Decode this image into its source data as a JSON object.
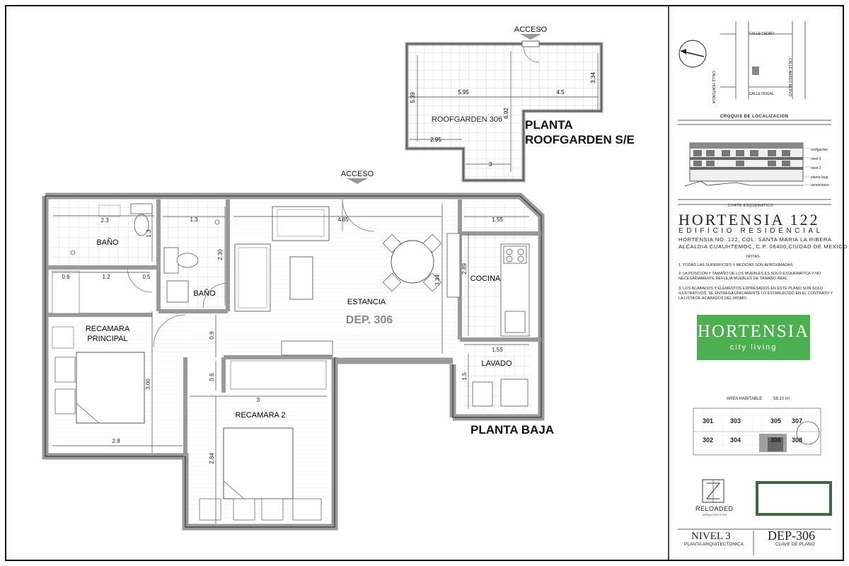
{
  "plan": {
    "roof_access": "ACCESO",
    "ground_access": "ACCESO",
    "roof_title_1": "PLANTA",
    "roof_title_2": "ROOFGARDEN S/E",
    "roof_label": "ROOFGARDEN 306",
    "ground_title": "PLANTA BAJA",
    "unit_label": "DEP. 306",
    "rooms": {
      "bano1": "BAÑO",
      "bano2": "BAÑO",
      "estancia": "ESTANCIA",
      "cocina": "COCINA",
      "lavado": "LAVADO",
      "recamara_principal_1": "RECAMARA",
      "recamara_principal_2": "PRINCIPAL",
      "recamara2": "RECAMARA 2"
    },
    "dims": {
      "roof_595": "5.95",
      "roof_45": "4.5",
      "roof_539": "5.39",
      "roof_692": "6.92",
      "roof_334": "3.34",
      "roof_295": "2.95",
      "roof_3": "3",
      "b1_w": "2.3",
      "b1_h": "1.3",
      "b2_w": "1.3",
      "b2_h": "2.30",
      "est_w": "4.85",
      "est_h": "3.34",
      "coc_w": "1.55",
      "coc_h": "2.89",
      "lav_w": "1.55",
      "lav_h": "1.5",
      "clo_06": "0.6",
      "clo_12": "1.2",
      "clo_05": "0.5",
      "rp_w": "2.8",
      "rp_h": "3.00",
      "hall_09": "0.9",
      "hall_06": "0.6",
      "r2_w": "3",
      "r2_h": "2.84"
    }
  },
  "panel": {
    "streets": {
      "north": "CALLE CEDRO",
      "south": "CALLE NOGAL",
      "west": "CALLE HORTENSIA",
      "east": "CALLE AMADO NERVO"
    },
    "location_caption": "CROQUIS DE LOCALIZACION",
    "section_levels": [
      "roofgarden",
      "nivel 3",
      "nivel 2",
      "planta baja",
      "semisótano"
    ],
    "section_caption": "CORTE ESQUEMATICO",
    "building_name": "HORTENSIA 122",
    "building_type": "EDIFICIO RESIDENCIAL",
    "address_1": "HORTENSIA NO. 122, COL. SANTA MARIA LA RIBERA",
    "address_2": "ALCALDIA CUAUHTEMOC, C.P. 06400,CIUDAD DE MEXICO",
    "notes_title": "NOTAS.",
    "notes": [
      "1. TODAS LAS SUPERFICIES Y MEDIDAS SON APROXIMADAS.",
      "2. LA POSICION Y TAMAÑO DE LOS MUEBLES ES SOLO ESQUEMATICA Y NO NECESARIAMENTE REFLEJA MUEBLES DE TAMAÑO REAL.",
      "3. LOS ACABADOS Y ELEMENTOS EXPRESADOS EN ESTE PLANO SON SOLO ILUSTRATIVOS. SE ENTREGA UNICAMENTE LO ESTABLECIDO EN EL CONTRATO Y LA LISTA DE ACABADOS DEL MISMO."
    ],
    "logo_main": "HORTENSIA",
    "logo_sub": "city living",
    "area_label": "AREA HABITABLE",
    "area_value": "58.10  m²",
    "units_top": [
      "301",
      "303",
      "305",
      "307"
    ],
    "units_bottom": [
      "302",
      "304",
      "306",
      "308"
    ],
    "architect": "RELOADED",
    "architect_sub": "ARQUITECTOS",
    "level": "NIVEL 3",
    "level_caption": "PLANTA ARQUITECTONICA",
    "plan_key": "DEP-306",
    "plan_key_caption": "CLAVE DE PLANO",
    "colors": {
      "brand_green": "#4caf50",
      "unit_highlight": "#808080"
    }
  }
}
